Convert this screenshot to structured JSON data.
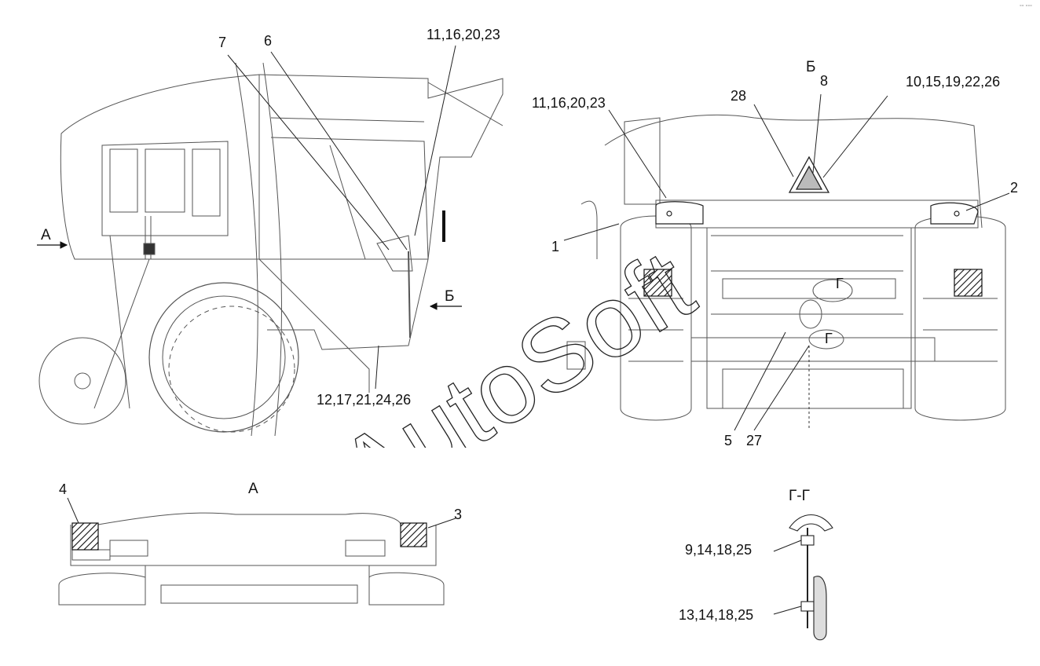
{
  "watermark": "AutoSoft",
  "corner_mark": "°° °°°",
  "view_labels": {
    "A_arrow": "А",
    "B_arrow": "Б",
    "B_view": "Б",
    "A_view": "А",
    "G_section": "Г-Г",
    "G_mark_1": "Г",
    "G_mark_2": "Г"
  },
  "callouts": {
    "c7": "7",
    "c6": "6",
    "c11_left": "11,16,20,23",
    "c12": "12,17,21,24,26",
    "c11_right": "11,16,20,23",
    "c28": "28",
    "c8": "8",
    "c10": "10,15,19,22,26",
    "c2": "2",
    "c1": "1",
    "c5": "5",
    "c27": "27",
    "c4": "4",
    "c3": "3",
    "c9": "9,14,18,25",
    "c13": "13,14,18,25"
  }
}
